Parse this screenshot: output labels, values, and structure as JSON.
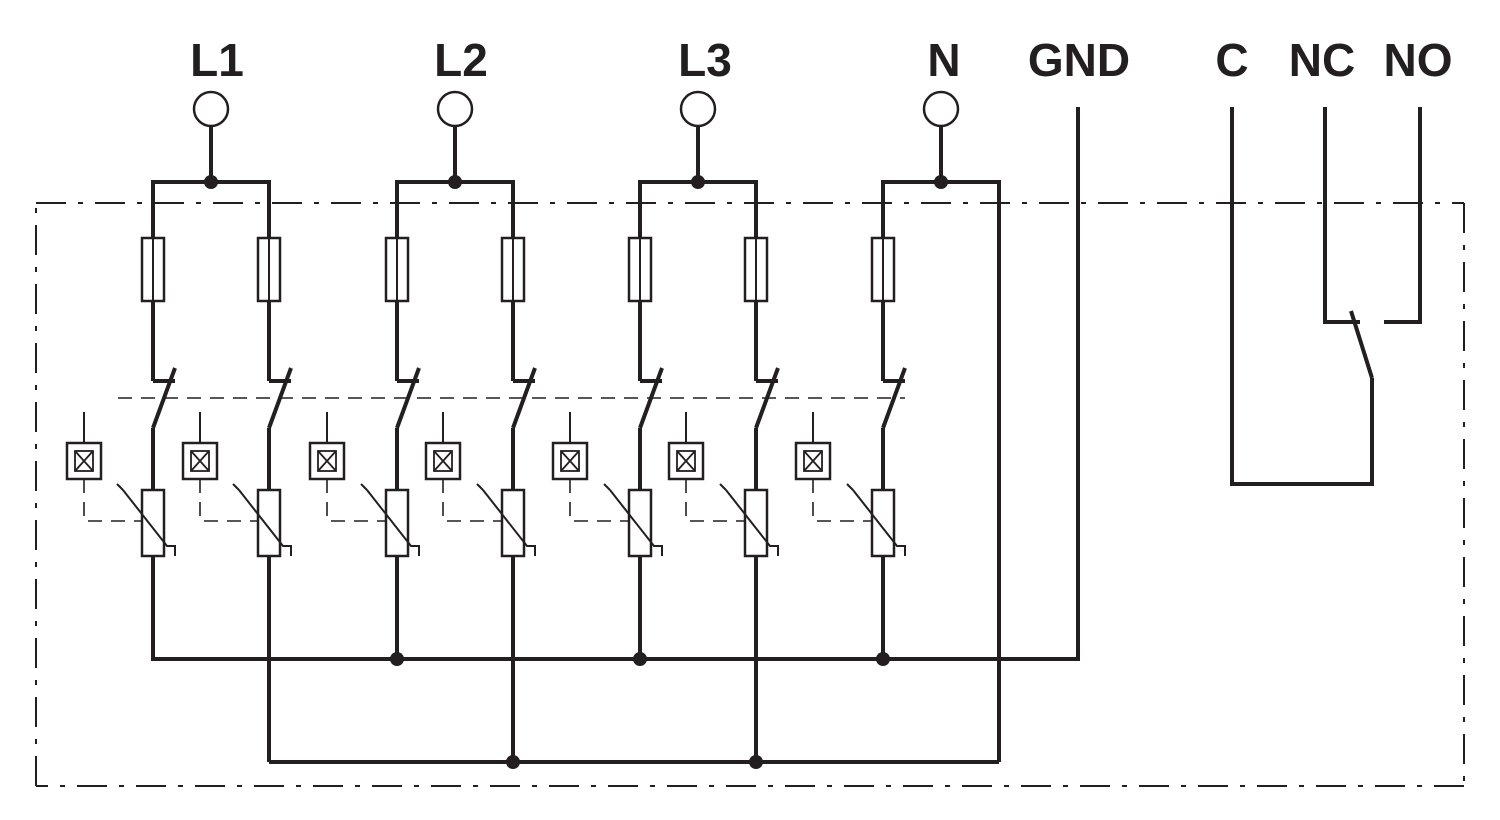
{
  "terminals": {
    "l1": "L1",
    "l2": "L2",
    "l3": "L3",
    "n": "N",
    "gnd": "GND",
    "c": "C",
    "nc": "NC",
    "no": "NO"
  },
  "colors": {
    "ink": "#231f20",
    "background": "#ffffff"
  },
  "components": {
    "input_terminals": [
      "L1",
      "L2",
      "L3",
      "N"
    ],
    "fuses_per_group": {
      "L1": 2,
      "L2": 2,
      "L3": 2,
      "N": 1
    },
    "varistors_per_group": {
      "L1": 2,
      "L2": 2,
      "L3": 2,
      "N": 1
    },
    "status_indicators": 7,
    "remote_contact": [
      "C",
      "NC",
      "NO"
    ],
    "icons": [
      "terminal-circle-icon",
      "fuse-icon",
      "disconnect-switch-icon",
      "status-indicator-icon",
      "varistor-icon",
      "changeover-contact-icon",
      "junction-dot-icon"
    ]
  }
}
